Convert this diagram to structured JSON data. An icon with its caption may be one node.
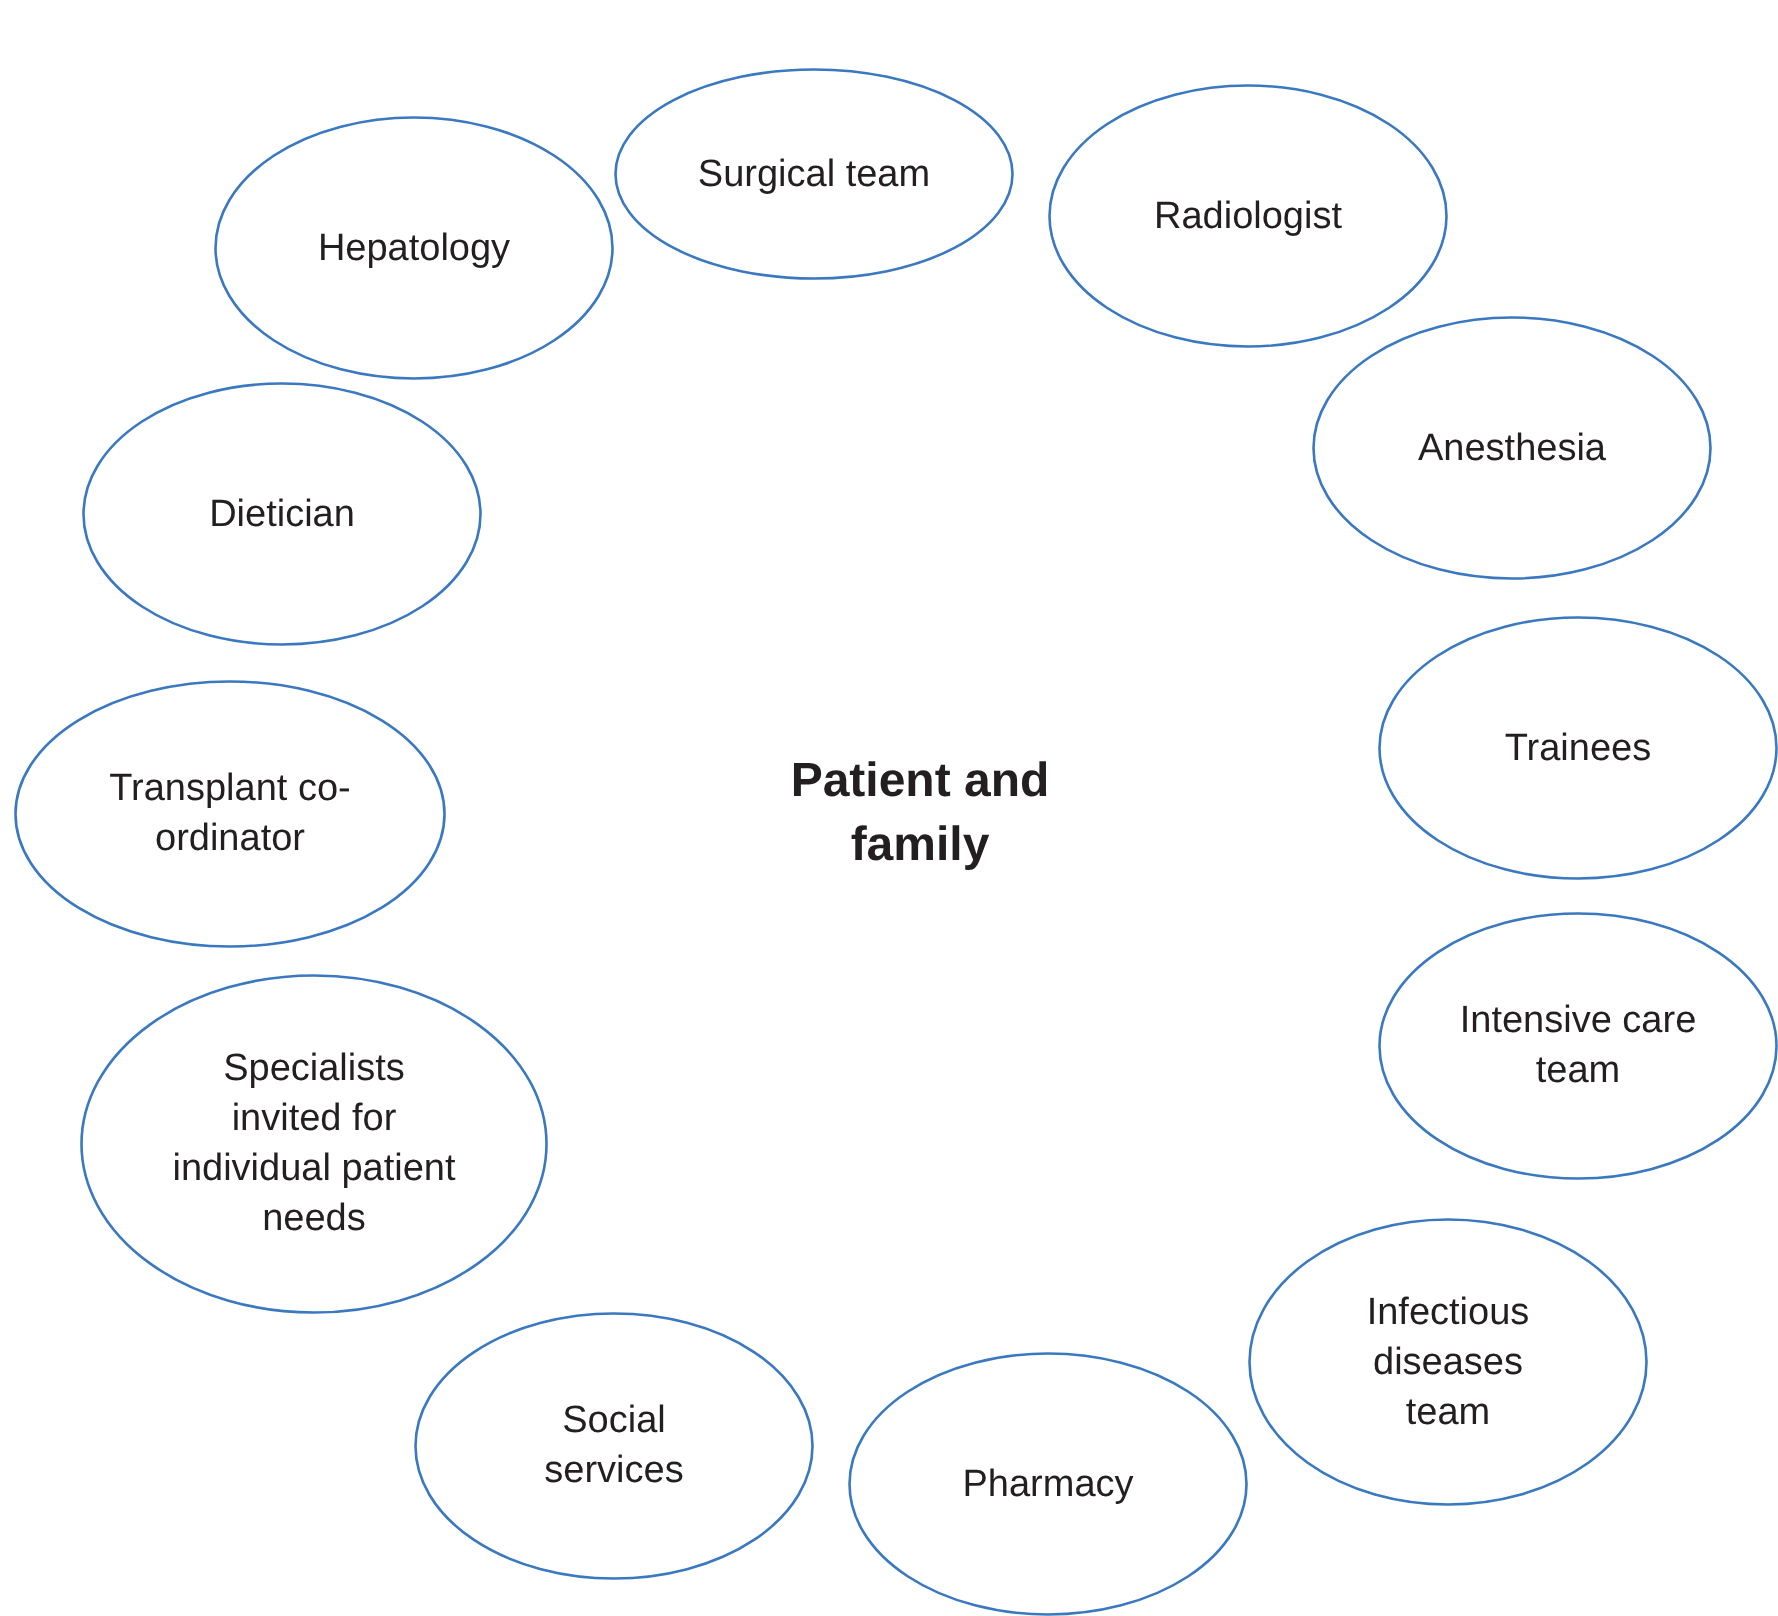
{
  "diagram": {
    "nodes": [
      {
        "text": [
          "Surgical team"
        ]
      },
      {
        "text": [
          "Radiologist"
        ]
      },
      {
        "text": [
          "Anesthesia"
        ]
      },
      {
        "text": [
          "Trainees"
        ]
      },
      {
        "text": [
          "Intensive care team"
        ]
      },
      {
        "text": [
          "Infectious diseases team"
        ]
      },
      {
        "text": [
          "Pharmacy"
        ]
      },
      {
        "text": [
          "Social services"
        ]
      },
      {
        "text": [
          "Specialists invited for individual patient needs"
        ]
      },
      {
        "text": [
          "Transplant co-ordinator"
        ]
      },
      {
        "text": [
          "Dietician"
        ]
      },
      {
        "text": [
          "Hepatology"
        ]
      }
    ],
    "edges": [],
    "labels": [
      "Patient and family"
    ]
  }
}
